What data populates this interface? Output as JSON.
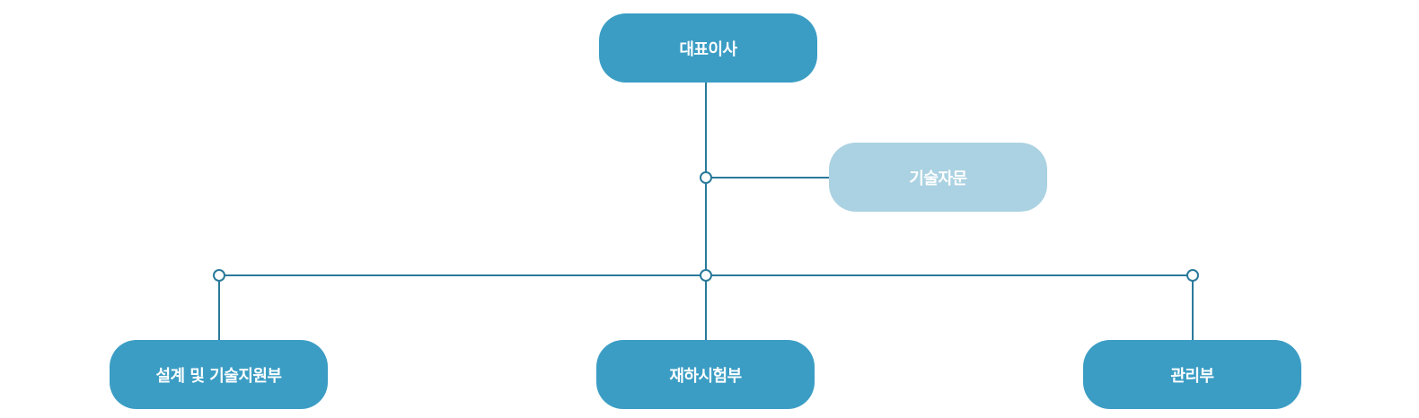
{
  "org_chart": {
    "nodes": {
      "ceo": {
        "label": "대표이사"
      },
      "advisory": {
        "label": "기술자문"
      },
      "design": {
        "label": "설계 및 기술지원부"
      },
      "test": {
        "label": "재하시험부"
      },
      "admin": {
        "label": "관리부"
      }
    },
    "edges": [
      {
        "from": "대표이사",
        "to": "기술자문"
      },
      {
        "from": "대표이사",
        "to": "설계 및 기술지원부"
      },
      {
        "from": "대표이사",
        "to": "재하시험부"
      },
      {
        "from": "대표이사",
        "to": "관리부"
      }
    ]
  },
  "colors": {
    "main_node": "#3b9dc4",
    "sub_node": "#abd2e2",
    "line": "#2a7a9b",
    "text": "#ffffff"
  }
}
